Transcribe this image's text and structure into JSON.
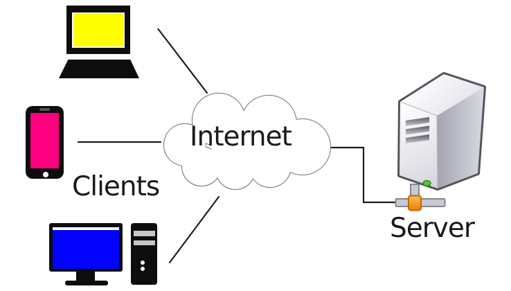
{
  "diagram": {
    "labels": {
      "internet": "Internet",
      "clients": "Clients",
      "server": "Server"
    },
    "colors": {
      "laptop_screen": "#FFFF00",
      "phone_screen": "#FF0080",
      "desktop_screen": "#0202FE",
      "device_body": "#0D0D0D",
      "cloud_outline": "#7D7D7D",
      "connection_line": "#1C1C1C",
      "server_led": "#55C92F",
      "connector_orange": "#F59E1B",
      "label_text": "#1A1A1A"
    },
    "icons": {
      "laptop": "laptop-icon",
      "smartphone": "smartphone-icon",
      "desktop": "desktop-computer-icon",
      "cloud": "internet-cloud-icon",
      "server": "server-tower-icon",
      "connector": "ethernet-connector-icon"
    },
    "connections": [
      {
        "from": "laptop",
        "to": "internet"
      },
      {
        "from": "smartphone",
        "to": "internet"
      },
      {
        "from": "desktop-computer",
        "to": "internet"
      },
      {
        "from": "internet",
        "to": "server"
      }
    ]
  }
}
